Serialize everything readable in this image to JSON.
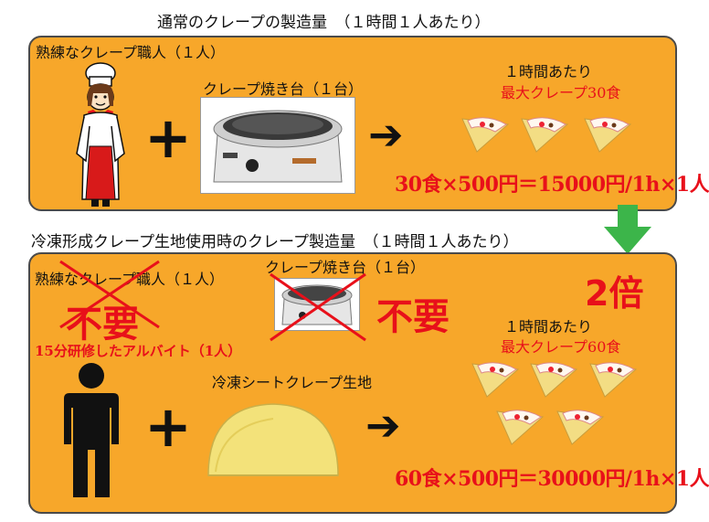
{
  "section1": {
    "heading": "通常のクレープの製造量　（１時間１人あたり）",
    "chef_label": "熟練なクレープ職人（１人）",
    "machine_label": "クレープ焼き台（１台）",
    "rate_label": "１時間あたり",
    "max_label": "最大クレープ30食",
    "equation": "30食×500円＝15000円/1h×1人"
  },
  "section2": {
    "heading": "冷凍形成クレープ生地使用時のクレープ製造量　（１時間１人あたり）",
    "chef_label": "熟練なクレープ職人（１人）",
    "machine_label": "クレープ焼き台（１台）",
    "not_needed_1": "不要",
    "not_needed_2": "不要",
    "parttimer_label": "15分研修したアルバイト（1人）",
    "sheet_label": "冷凍シートクレープ生地",
    "double_label": "2倍",
    "rate_label": "１時間あたり",
    "max_label": "最大クレープ60食",
    "equation": "60食×500円＝30000円/1h×1人"
  },
  "colors": {
    "panel": "#f7a72a",
    "accent_red": "#e8101a",
    "arrow_green": "#3cb54a"
  }
}
